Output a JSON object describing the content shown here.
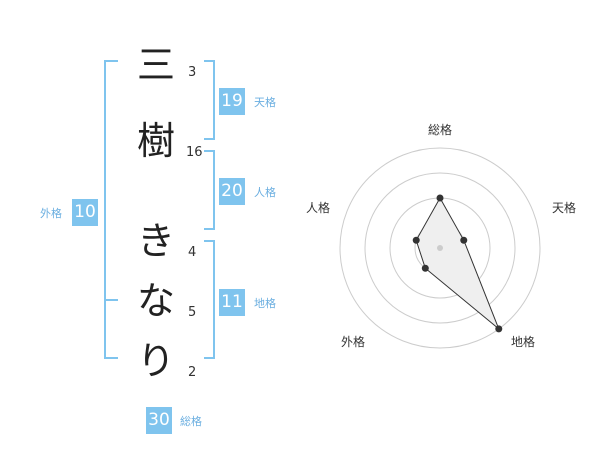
{
  "name": {
    "chars": [
      {
        "char": "三",
        "strokes": "3"
      },
      {
        "char": "樹",
        "strokes": "16"
      },
      {
        "char": "き",
        "strokes": "4"
      },
      {
        "char": "な",
        "strokes": "5"
      },
      {
        "char": "り",
        "strokes": "2"
      }
    ]
  },
  "kakusu": {
    "tenkaku": {
      "label": "天格",
      "value": "19"
    },
    "jinkaku": {
      "label": "人格",
      "value": "20"
    },
    "chikaku": {
      "label": "地格",
      "value": "11"
    },
    "gaikaku": {
      "label": "外格",
      "value": "10"
    },
    "soukaku": {
      "label": "総格",
      "value": "30"
    }
  },
  "radar": {
    "labels": {
      "soukaku": "総格",
      "tenkaku": "天格",
      "chikaku": "地格",
      "gaikaku": "外格",
      "jinkaku": "人格"
    },
    "rings": 4,
    "scores": {
      "soukaku": 2,
      "tenkaku": 1,
      "chikaku": 4,
      "gaikaku": 1,
      "jinkaku": 1
    },
    "colors": {
      "ring": "#cccccc",
      "fill": "#efefef",
      "line": "#333333",
      "point": "#333333",
      "center": "#cccccc"
    }
  }
}
